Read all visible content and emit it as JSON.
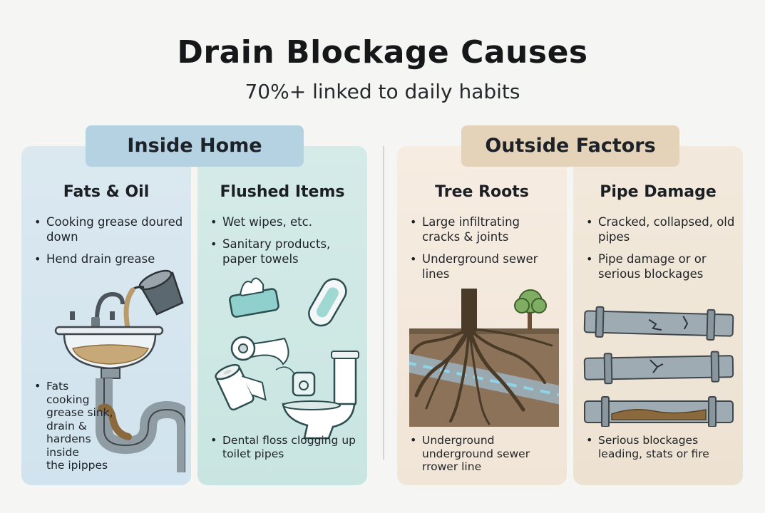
{
  "header": {
    "title": "Drain Blockage Causes",
    "subtitle": "70%+ linked to daily habits"
  },
  "groups": {
    "inside": "Inside Home",
    "outside": "Outside Factors"
  },
  "cards": {
    "fats": {
      "title": "Fats & Oil",
      "bullets": [
        "Cooking grease doured down",
        "Hend drain grease"
      ],
      "bottom_bullets": [
        "Fats cooking grease sink, drain & hardens inside the ipippes"
      ]
    },
    "flushed": {
      "title": "Flushed Items",
      "bullets": [
        "Wet wipes, etc.",
        "Sanitary products, paper towels"
      ],
      "bottom_bullets": [
        "Dental floss clogging up toilet pipes"
      ]
    },
    "roots": {
      "title": "Tree Roots",
      "bullets": [
        "Large infiltrating cracks & joints",
        "Underground sewer lines"
      ],
      "bottom_bullets": [
        "Underground underground sewer rrower line"
      ]
    },
    "pipe": {
      "title": "Pipe Damage",
      "bullets": [
        "Cracked, collapsed, old pipes",
        "Pipe damage or or serious blockages"
      ],
      "bottom_bullets": [
        "Serious blockages leading, stats or fire"
      ]
    }
  },
  "icons": {
    "sink": "sink-icon",
    "pot": "pouring-pot-icon",
    "trap": "p-trap-pipe-icon",
    "wipes": "wet-wipes-icon",
    "pad": "sanitary-pad-icon",
    "roll": "toilet-paper-icon",
    "floss": "dental-floss-icon",
    "toilet": "toilet-icon",
    "tree": "tree-icon",
    "roots": "tree-roots-icon",
    "pipes": "damaged-pipes-icon"
  },
  "colors": {
    "inside_tab": "#b5d2e2",
    "outside_tab": "#e4d3b9",
    "grease": "#b99b6b",
    "pipe": "#8f9ca4"
  }
}
